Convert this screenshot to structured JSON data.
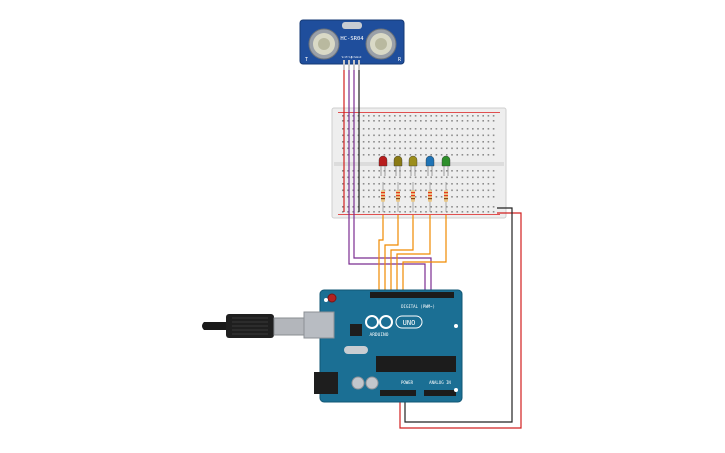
{
  "sensor": {
    "model_label": "HC-SR04",
    "left_mark": "T",
    "right_mark": "R",
    "pin_labels": [
      "Vcc",
      "Trig",
      "Echo",
      "Gnd"
    ]
  },
  "arduino": {
    "brand_label": "ARDUINO",
    "model_label": "UNO",
    "digital_header_label": "DIGITAL (PWM~)",
    "power_header_label": "POWER",
    "analog_header_label": "ANALOG IN"
  },
  "leds": [
    {
      "color": "#b81d1d"
    },
    {
      "color": "#8a7a14"
    },
    {
      "color": "#9c8e1c"
    },
    {
      "color": "#1f73b5"
    },
    {
      "color": "#2e8f2b"
    }
  ],
  "wire_colors": {
    "power": "#d12020",
    "ground": "#222222",
    "signal": "#7b2d91",
    "led": "#f08a00"
  }
}
